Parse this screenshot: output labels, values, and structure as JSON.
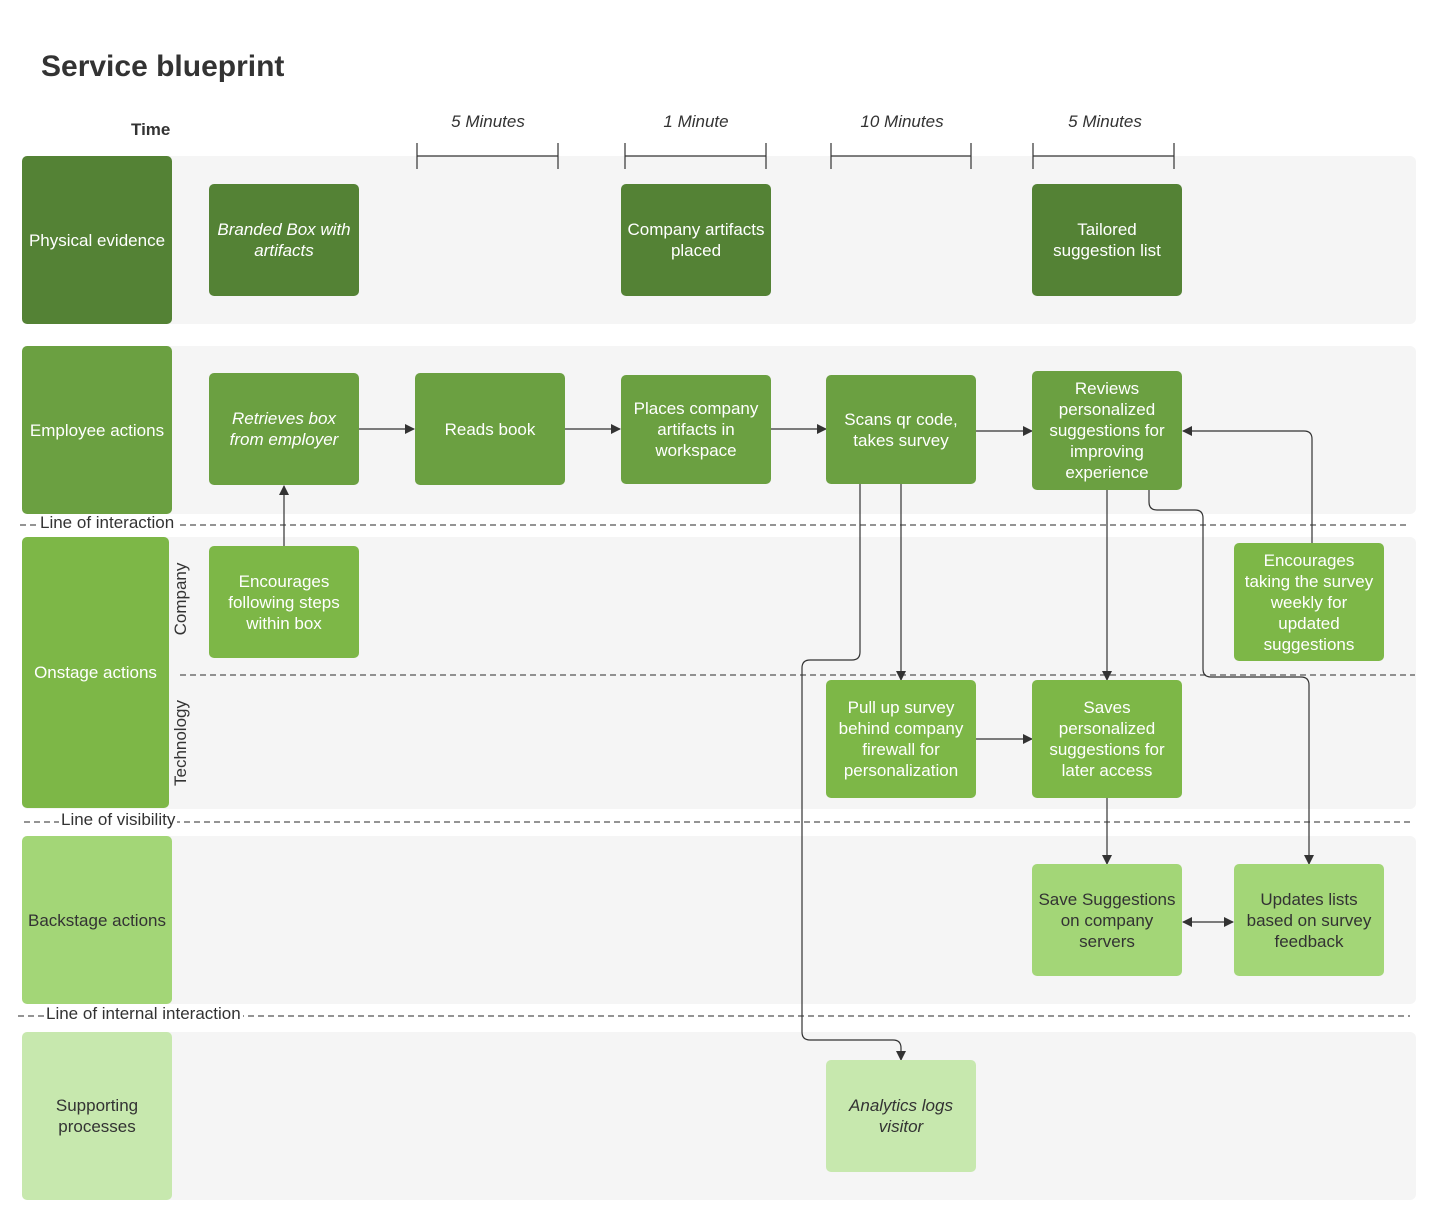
{
  "title": "Service blueprint",
  "time_label": "Time",
  "durations": [
    "5 Minutes",
    "1 Minute",
    "10 Minutes",
    "5 Minutes"
  ],
  "lanes": {
    "physical_evidence": "Physical evidence",
    "employee_actions": "Employee actions",
    "onstage_actions": "Onstage actions",
    "backstage_actions": "Backstage actions",
    "supporting_processes": "Supporting processes"
  },
  "sublanes": {
    "company": "Company",
    "technology": "Technology"
  },
  "divider_lines": {
    "interaction": "Line of interaction",
    "visibility": "Line of visibility",
    "internal": "Line of internal interaction"
  },
  "boxes": {
    "branded_box": "Branded Box with artifacts",
    "company_artifacts_placed": "Company artifacts placed",
    "tailored_list": "Tailored suggestion list",
    "retrieves_box": "Retrieves box from employer",
    "reads_book": "Reads book",
    "places_artifacts": "Places company artifacts in workspace",
    "scans_qr": "Scans qr code, takes survey",
    "reviews_suggestions": "Reviews personalized suggestions for improving experience",
    "encourages_steps": "Encourages following steps within box",
    "encourages_survey": "Encourages taking the survey weekly for updated suggestions",
    "pull_up_survey": "Pull up survey behind company firewall for personalization",
    "saves_suggestions": "Saves personalized suggestions for later access",
    "save_on_servers": "Save Suggestions on company servers",
    "updates_lists": "Updates lists based on survey feedback",
    "analytics_logs": "Analytics logs visitor"
  },
  "colors": {
    "physical": "#548235",
    "employee": "#6ba041",
    "onstage": "#7db747",
    "backstage": "#a3d677",
    "supporting": "#c7e8ae",
    "lane_background": "#f5f5f5",
    "connector": "#333333"
  }
}
